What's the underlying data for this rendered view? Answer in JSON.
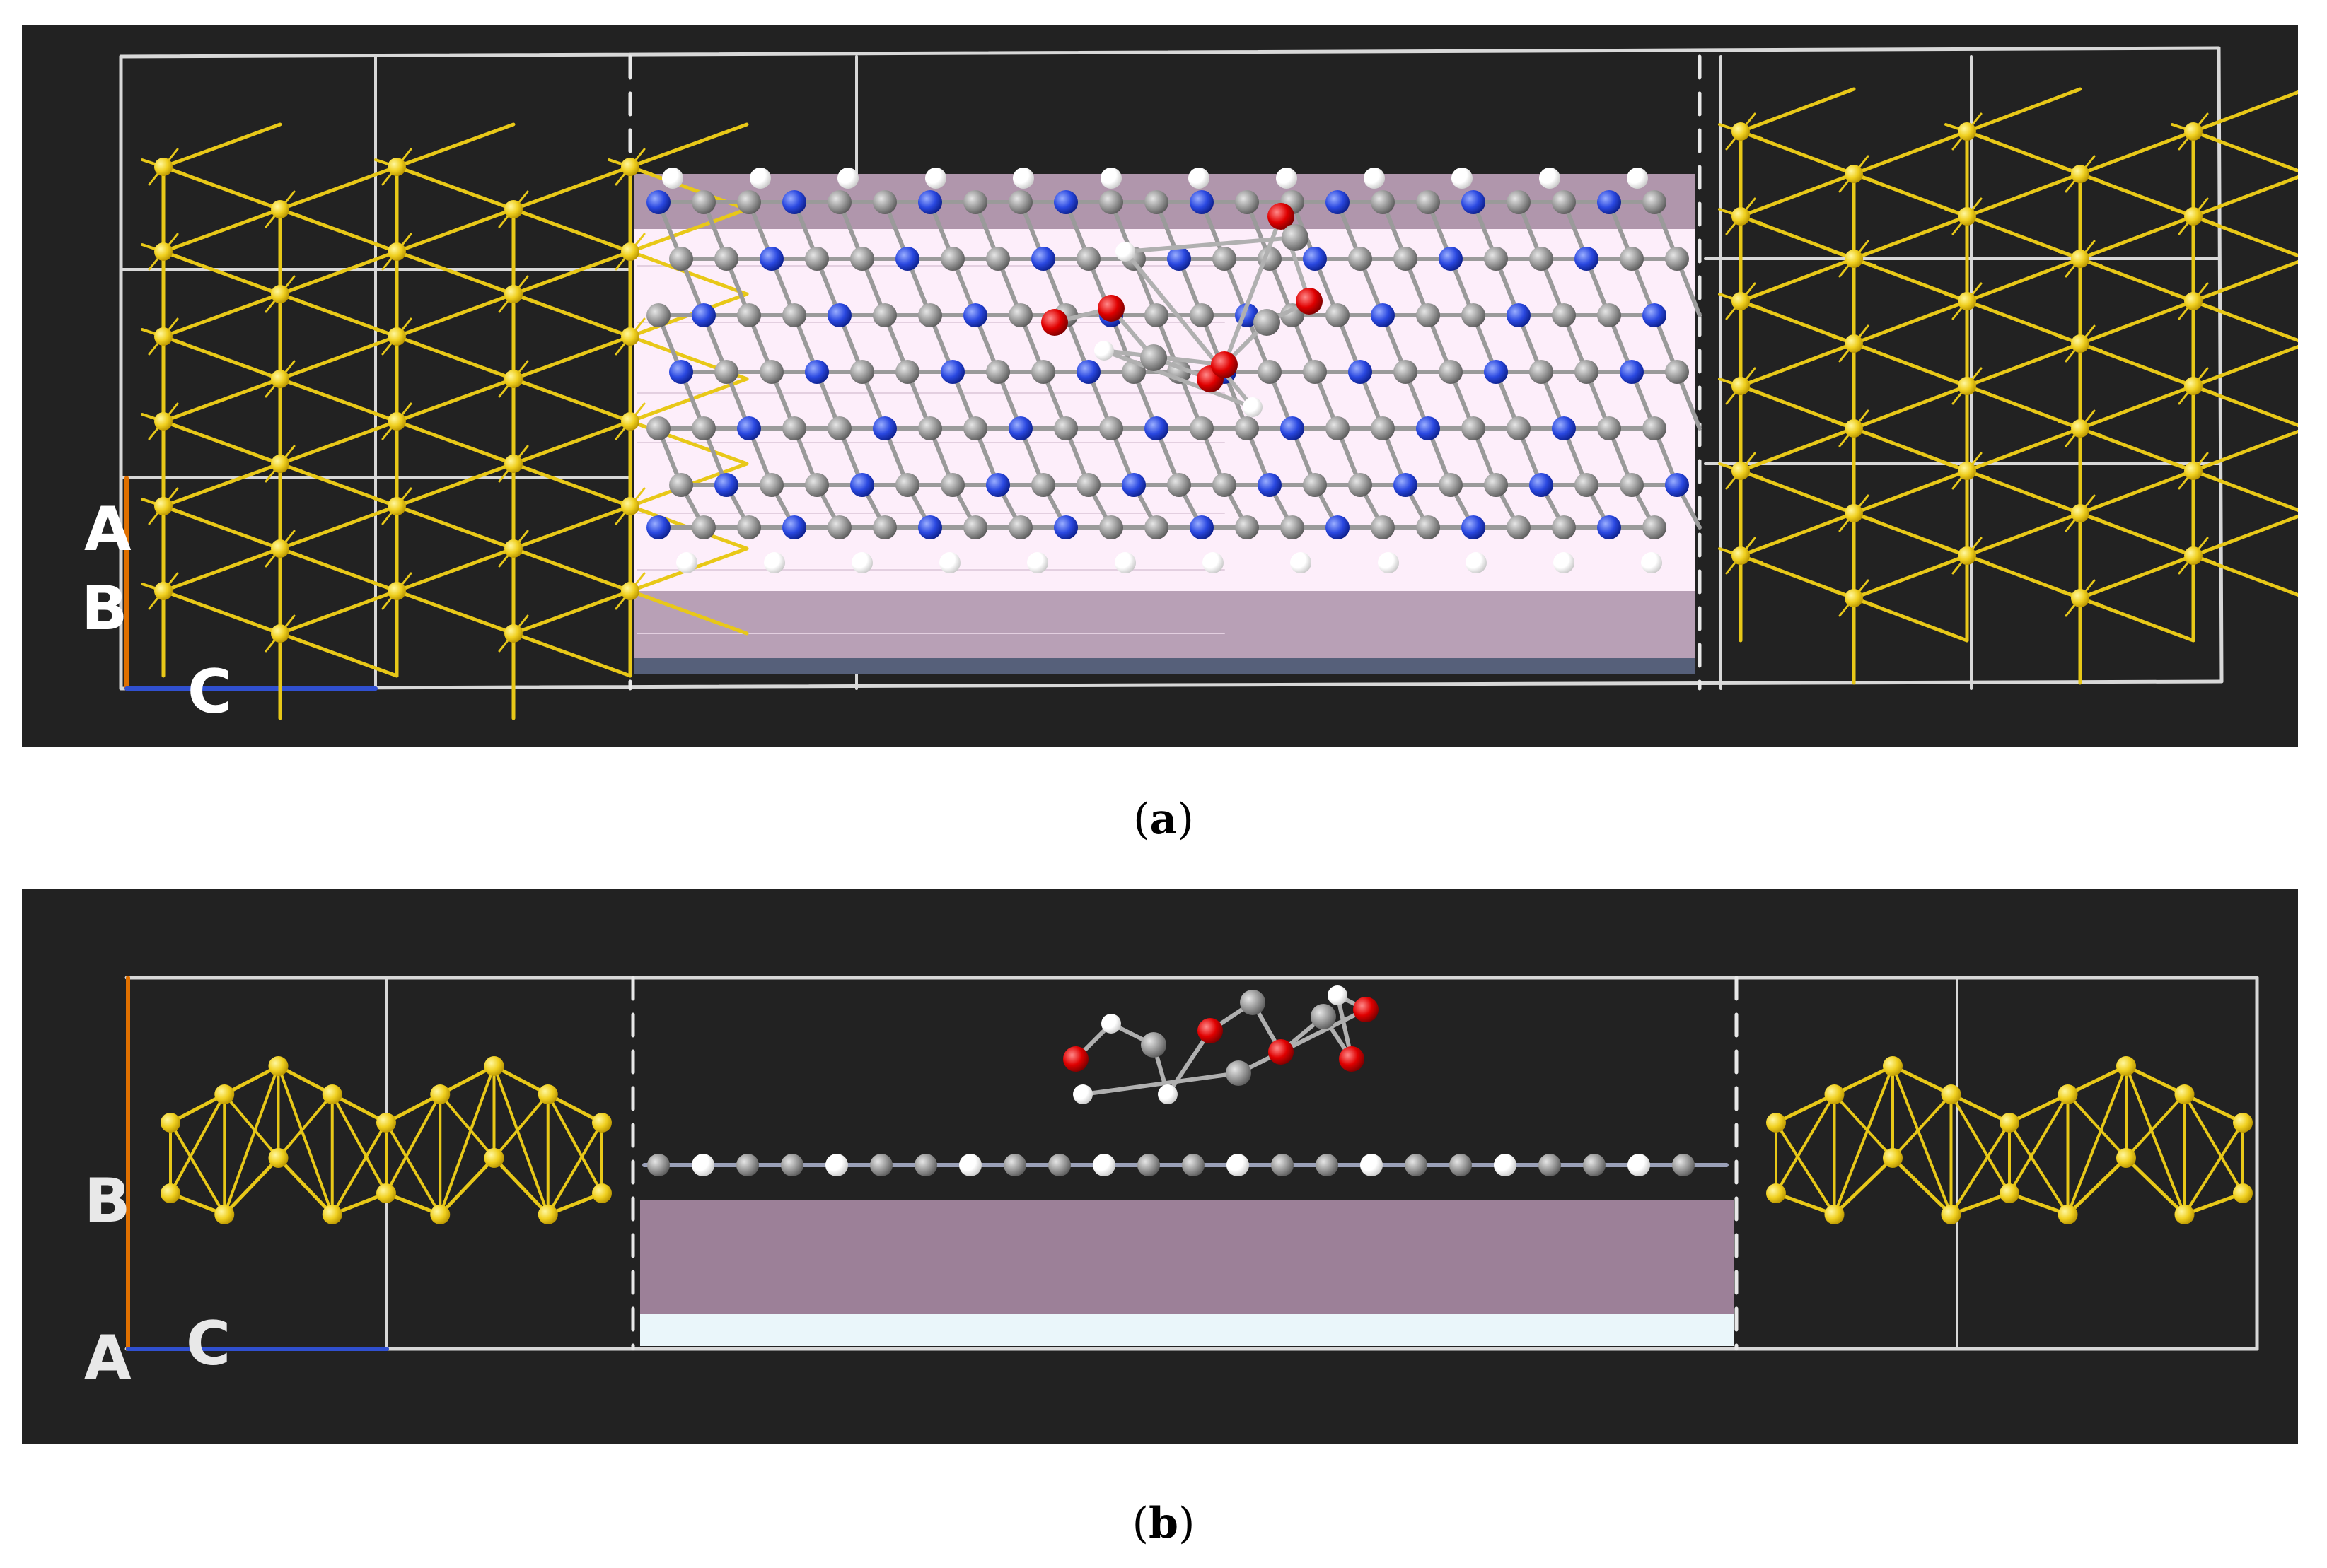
{
  "panels": [
    {
      "id": "a",
      "caption_letter": "a",
      "axis_labels": {
        "a": "A",
        "b": "B",
        "c": "C"
      }
    },
    {
      "id": "b",
      "caption_letter": "b",
      "axis_labels": {
        "b": "B",
        "a": "A",
        "c": "C"
      }
    }
  ],
  "colors": {
    "background": "#222222",
    "gold_atom": "#f0d020",
    "gold_bond": "#e8c818",
    "carbon": "#9a9a9a",
    "nitrogen": "#2a48e0",
    "hydrogen": "#ffffff",
    "oxygen": "#e00000",
    "axis_a": "#e07000",
    "axis_c": "#3050d0",
    "isosurface_light": "#fdeefa",
    "isosurface_dark": "#9c8098"
  }
}
